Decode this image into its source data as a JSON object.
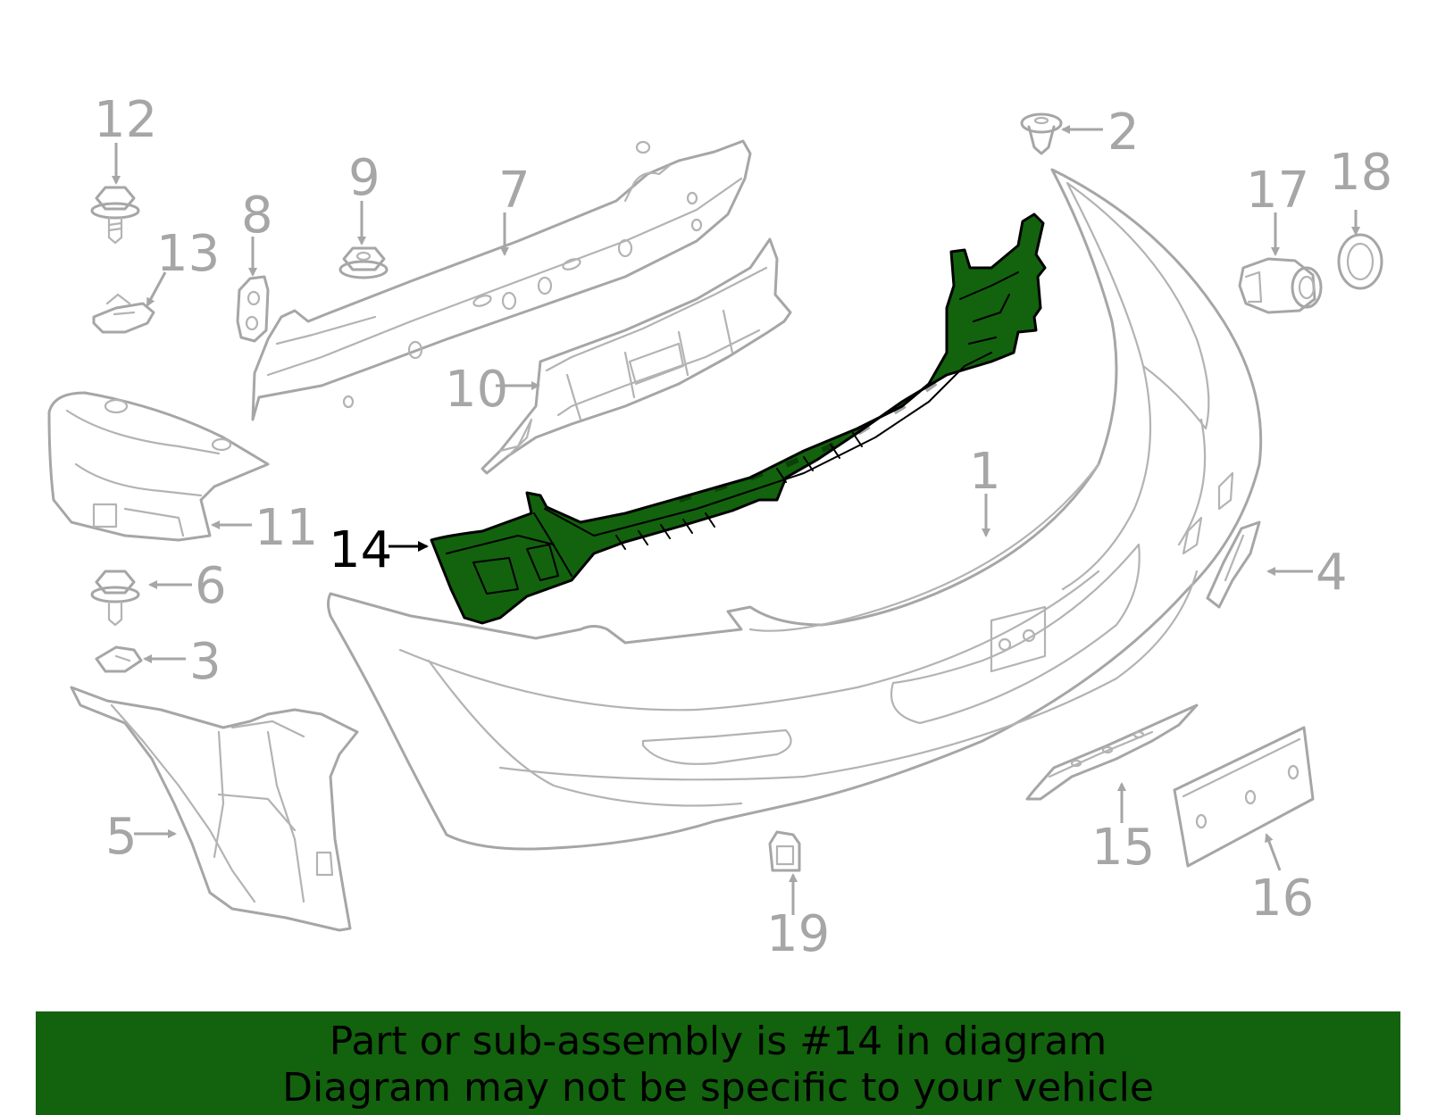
{
  "diagram": {
    "selected_callout": "14",
    "callouts": [
      "1",
      "2",
      "3",
      "4",
      "5",
      "6",
      "7",
      "8",
      "9",
      "10",
      "11",
      "12",
      "13",
      "14",
      "15",
      "16",
      "17",
      "18",
      "19"
    ],
    "highlight_color": "#13620e",
    "line_color": "#a6a6a6"
  },
  "banner": {
    "line1": "Part or sub-assembly is #14 in diagram",
    "line2": "Diagram may not be specific to your vehicle",
    "background": "#13620e"
  }
}
